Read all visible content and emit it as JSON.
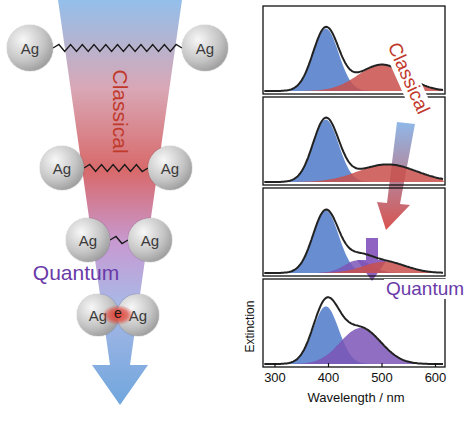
{
  "diagram": {
    "nodes": [
      {
        "text": [
          "Ag"
        ]
      },
      {
        "text": [
          "Ag"
        ]
      },
      {
        "text": [
          "Ag"
        ]
      },
      {
        "text": [
          "Ag"
        ]
      },
      {
        "text": [
          "Ag"
        ]
      },
      {
        "text": [
          "Ag"
        ]
      },
      {
        "text": [
          "Ag"
        ]
      },
      {
        "text": [
          "Ag"
        ]
      }
    ],
    "edges": [
      {
        "from": 0,
        "to": 1,
        "arrow": "none"
      },
      {
        "from": 2,
        "to": 3,
        "arrow": "none"
      },
      {
        "from": 4,
        "to": 5,
        "arrow": "none"
      }
    ],
    "labels": [
      "Classical",
      "Quantum",
      "e",
      "Classical",
      "Quantum",
      "Extinction",
      "300",
      "400",
      "500",
      "600",
      "Wavelength / nm"
    ]
  }
}
